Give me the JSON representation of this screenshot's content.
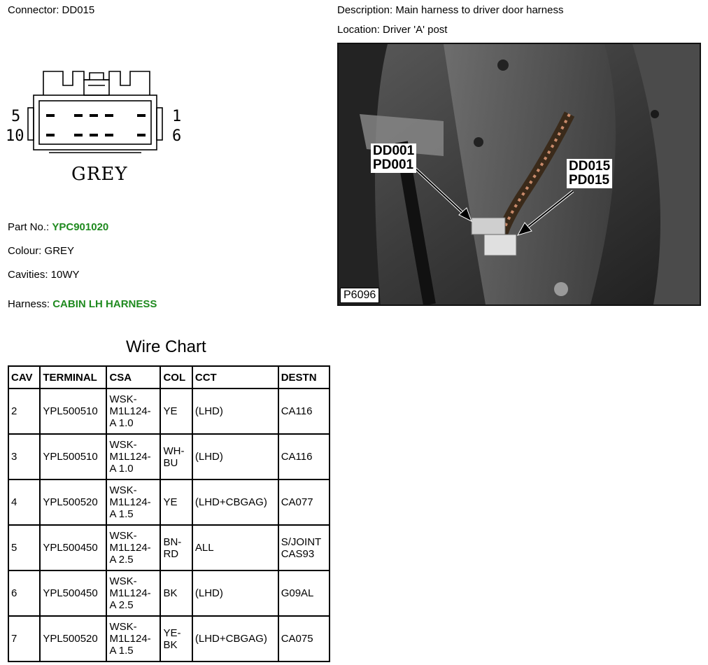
{
  "header": {
    "connector_label": "Connector: DD015",
    "description_label": "Description: Main harness to driver door harness",
    "location_label": "Location: Driver 'A' post"
  },
  "diagram": {
    "pin_left_top": "5",
    "pin_left_bottom": "10",
    "pin_right_top": "1",
    "pin_right_bottom": "6",
    "colour_caption": "GREY"
  },
  "details": {
    "part_no_label": "Part No.:",
    "part_no_value": "YPC901020",
    "colour_label": "Colour: GREY",
    "cavities_label": "Cavities: 10WY",
    "harness_label": "Harness:",
    "harness_value": "CABIN LH HARNESS"
  },
  "photo": {
    "callout_left_1": "DD001",
    "callout_left_2": "PD001",
    "callout_right_1": "DD015",
    "callout_right_2": "PD015",
    "photo_id": "P6096"
  },
  "wire_chart": {
    "title": "Wire Chart",
    "headers": [
      "CAV",
      "TERMINAL",
      "CSA",
      "COL",
      "CCT",
      "DESTN"
    ],
    "rows": [
      {
        "cav": "2",
        "terminal": "YPL500510",
        "csa": [
          "WSK-",
          "M1L124-",
          "A 1.0"
        ],
        "col": [
          "YE"
        ],
        "cct": "(LHD)",
        "destn": [
          "CA116"
        ]
      },
      {
        "cav": "3",
        "terminal": "YPL500510",
        "csa": [
          "WSK-",
          "M1L124-",
          "A 1.0"
        ],
        "col": [
          "WH-",
          "BU"
        ],
        "cct": "(LHD)",
        "destn": [
          "CA116"
        ]
      },
      {
        "cav": "4",
        "terminal": "YPL500520",
        "csa": [
          "WSK-",
          "M1L124-",
          "A 1.5"
        ],
        "col": [
          "YE"
        ],
        "cct": "(LHD+CBGAG)",
        "destn": [
          "CA077"
        ]
      },
      {
        "cav": "5",
        "terminal": "YPL500450",
        "csa": [
          "WSK-",
          "M1L124-",
          "A 2.5"
        ],
        "col": [
          "BN-",
          "RD"
        ],
        "cct": "ALL",
        "destn": [
          "S/JOINT",
          "CAS93"
        ]
      },
      {
        "cav": "6",
        "terminal": "YPL500450",
        "csa": [
          "WSK-",
          "M1L124-",
          "A 2.5"
        ],
        "col": [
          "BK"
        ],
        "cct": "(LHD)",
        "destn": [
          "G09AL"
        ]
      },
      {
        "cav": "7",
        "terminal": "YPL500520",
        "csa": [
          "WSK-",
          "M1L124-",
          "A 1.5"
        ],
        "col": [
          "YE-",
          "BK"
        ],
        "cct": "(LHD+CBGAG)",
        "destn": [
          "CA075"
        ]
      }
    ]
  }
}
